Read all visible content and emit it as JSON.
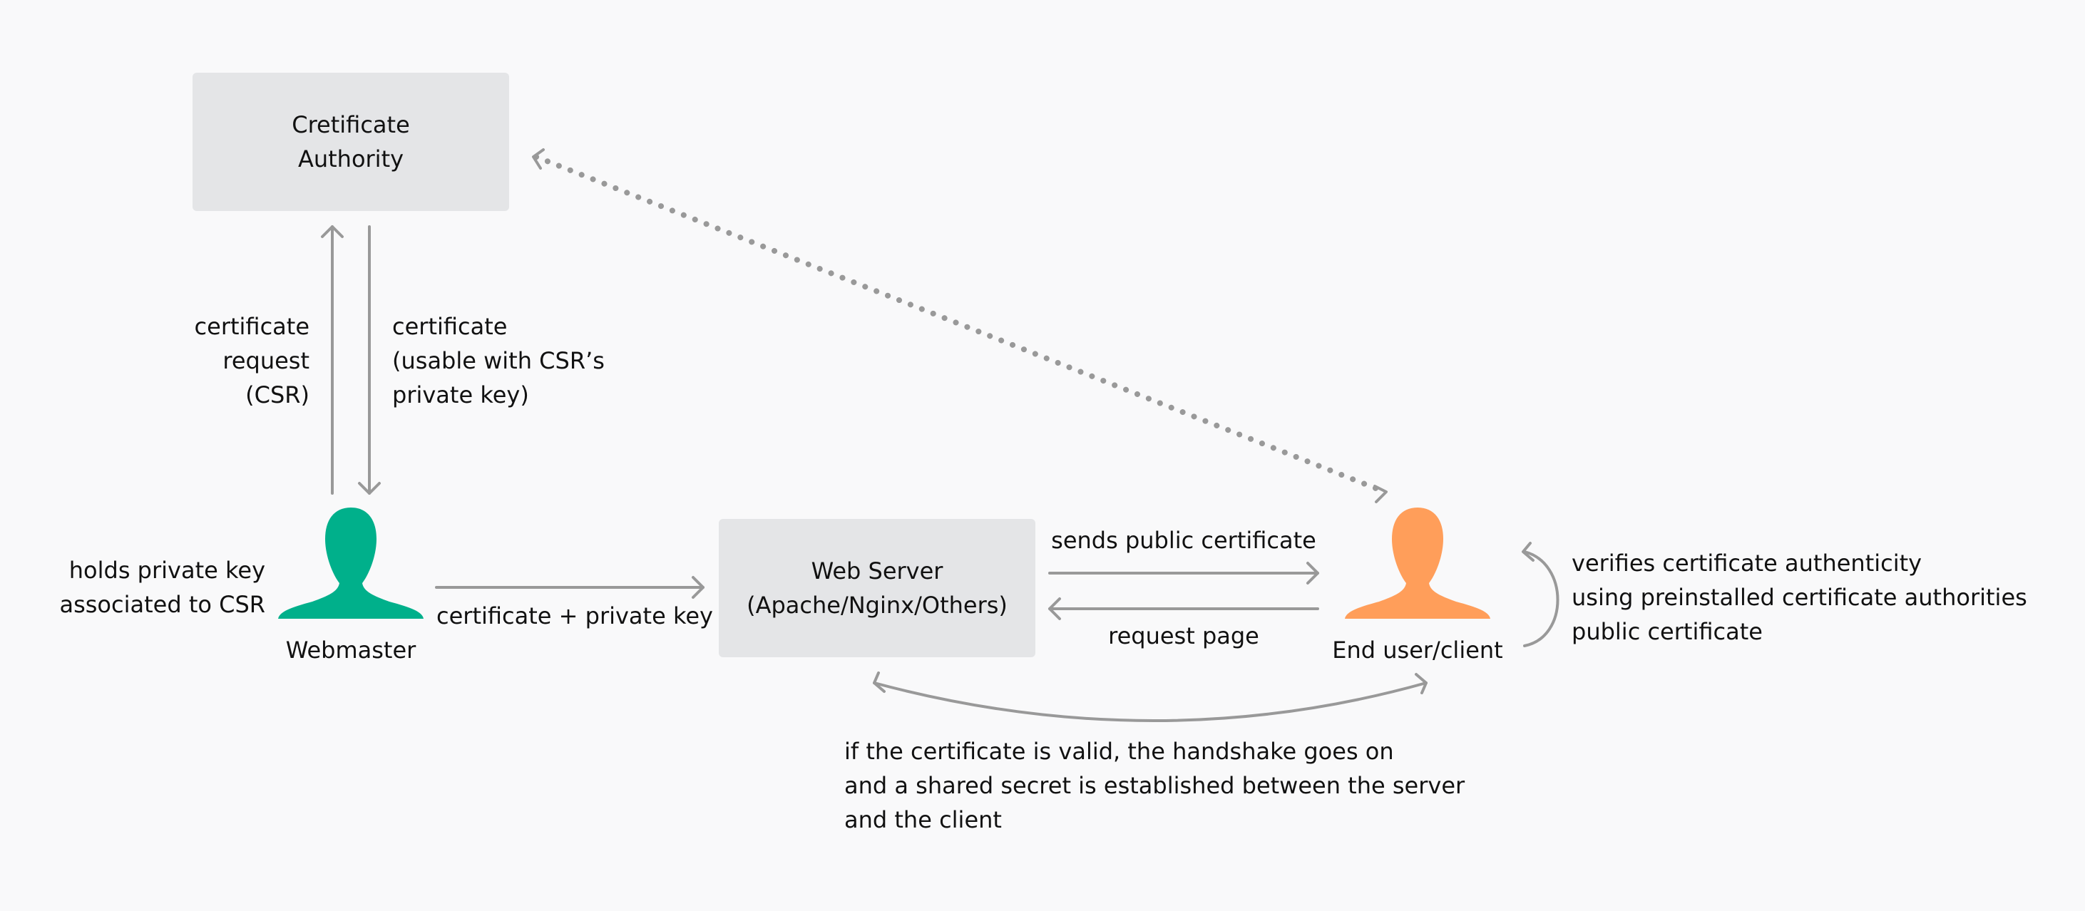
{
  "colors": {
    "background": "#f9f9fa",
    "box_fill": "#e4e5e7",
    "arrow": "#999999",
    "webmaster": "#00b08b",
    "end_user": "#ff9e5a"
  },
  "nodes": {
    "certificate_authority": {
      "lines": [
        "Cretificate",
        "Authority"
      ]
    },
    "web_server": {
      "lines": [
        "Web Server",
        "(Apache/Nginx/Others)"
      ]
    },
    "webmaster": {
      "label": "Webmaster",
      "icon": "person-icon"
    },
    "end_user": {
      "label": "End user/client",
      "icon": "person-icon"
    }
  },
  "labels": {
    "certificate_request": [
      "certificate",
      "request",
      "(CSR)"
    ],
    "certificate_return": [
      "certificate",
      "(usable with CSR’s",
      "private key)"
    ],
    "holds_private_key": [
      "holds private key",
      "associated to CSR"
    ],
    "cert_plus_key": "certificate + private key",
    "sends_public_certificate": "sends public certificate",
    "request_page": "request page",
    "verifies": [
      "verifies certificate authenticity",
      "using preinstalled certificate authorities",
      "public certificate"
    ],
    "handshake": [
      "if the certificate is valid, the handshake goes on",
      "and a shared secret is established between the server",
      "and the client"
    ]
  }
}
